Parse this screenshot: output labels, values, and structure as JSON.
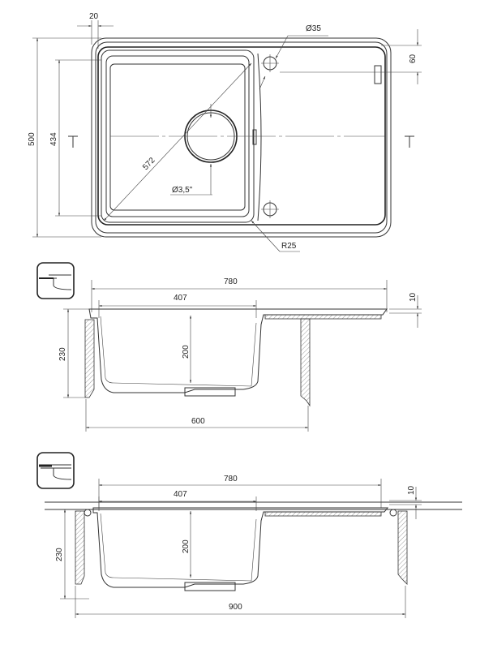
{
  "top_view": {
    "dim_flange": "20",
    "dim_tap_hole": "Ø35",
    "dim_tap_offset": "60",
    "dim_width": "500",
    "dim_bowl_width": "434",
    "dim_diagonal": "572",
    "dim_drain": "Ø3,5\"",
    "dim_radius": "R25"
  },
  "section_inset": {
    "dim_length": "780",
    "dim_bowl_length": "407",
    "dim_rim": "10",
    "dim_depth": "230",
    "dim_bowl_depth": "200",
    "dim_cabinet": "600"
  },
  "section_top_mount": {
    "dim_length": "780",
    "dim_bowl_length": "407",
    "dim_rim": "10",
    "dim_depth": "230",
    "dim_bowl_depth": "200",
    "dim_cabinet": "900"
  }
}
